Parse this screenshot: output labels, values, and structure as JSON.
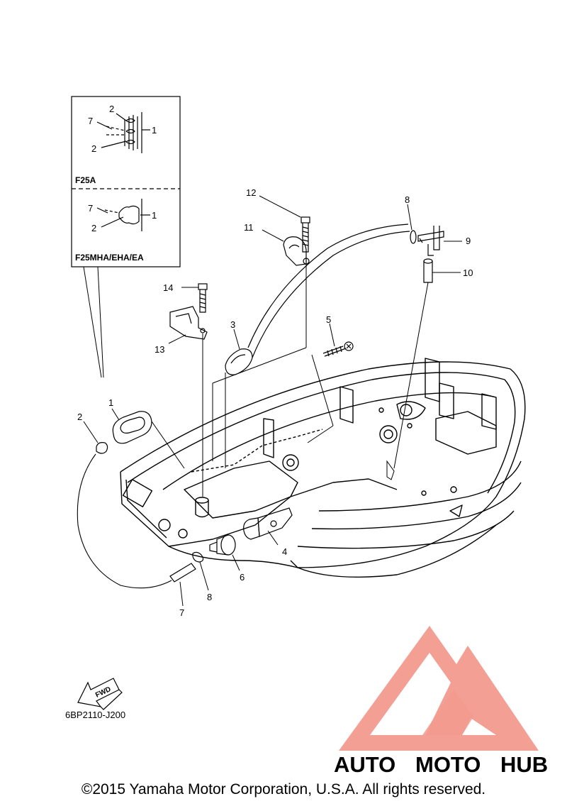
{
  "diagram": {
    "part_code": "6BP2110-J200",
    "fwd_label": "FWD",
    "callouts": [
      {
        "id": "c12",
        "label": "12"
      },
      {
        "id": "c11",
        "label": "11"
      },
      {
        "id": "c8a",
        "label": "8"
      },
      {
        "id": "c9",
        "label": "9"
      },
      {
        "id": "c10",
        "label": "10"
      },
      {
        "id": "c14",
        "label": "14"
      },
      {
        "id": "c13",
        "label": "13"
      },
      {
        "id": "c3",
        "label": "3"
      },
      {
        "id": "c5",
        "label": "5"
      },
      {
        "id": "c1",
        "label": "1"
      },
      {
        "id": "c2",
        "label": "2"
      },
      {
        "id": "c4",
        "label": "4"
      },
      {
        "id": "c6",
        "label": "6"
      },
      {
        "id": "c8b",
        "label": "8"
      },
      {
        "id": "c7",
        "label": "7"
      }
    ],
    "inset": {
      "top": {
        "title": "F25A",
        "labels": {
          "l2a": "2",
          "l7": "7",
          "l1": "1",
          "l2b": "2"
        }
      },
      "bottom": {
        "title": "F25MHA/EHA/EA",
        "labels": {
          "l7": "7",
          "l1": "1",
          "l2": "2"
        }
      }
    }
  },
  "watermark": {
    "part1": "AUTO",
    "part2": "MOTO",
    "part3": "HUB",
    "colors": {
      "logo": "#f29a8e",
      "auto": "#f7c26a",
      "moto": "#f0876f",
      "hub": "#8b8b8b"
    }
  },
  "footer": {
    "copyright": "©2015 Yamaha Motor Corporation, U.S.A. All rights reserved."
  }
}
